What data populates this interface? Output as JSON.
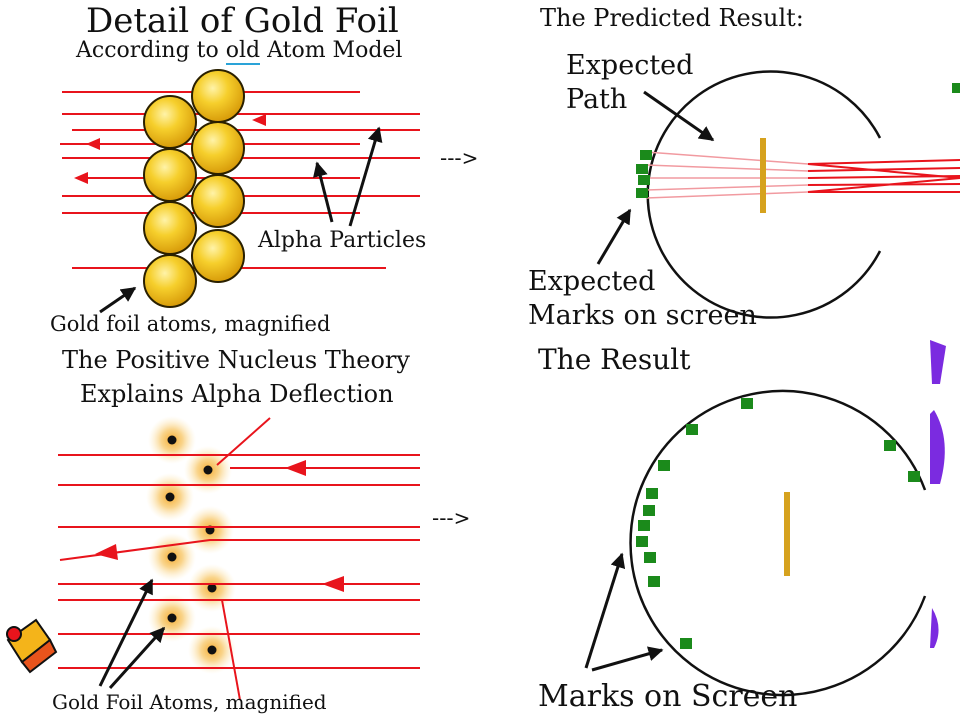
{
  "top_left": {
    "title": "Detail of Gold Foil",
    "subtitle_pre": "According to ",
    "subtitle_underlined": "old",
    "subtitle_post": " Atom Model",
    "label_alpha": "Alpha Particles",
    "label_atoms": "Gold foil atoms, magnified"
  },
  "top_right": {
    "title": "The Predicted Result:",
    "label_path_line1": "Expected",
    "label_path_line2": "Path",
    "label_marks_line1": "Expected",
    "label_marks_line2": "Marks on screen"
  },
  "bottom_left": {
    "title_line1": "The Positive Nucleus Theory",
    "title_line2": "Explains Alpha Deflection",
    "label_atoms": "Gold Foil Atoms, magnified"
  },
  "bottom_right": {
    "title": "The Result",
    "label_marks": "Marks on Screen"
  },
  "connectors": {
    "top": "--->",
    "bottom": "--->"
  },
  "colors": {
    "beam": "#e8141c",
    "gold": "#f2c21b",
    "gold_edge": "#2a2000",
    "foil_bar": "#d6a21e",
    "mark": "#1b8a1b",
    "glow": "#f3b02c",
    "title_line": "#3aa0e0",
    "purple": "#7b2be0"
  }
}
